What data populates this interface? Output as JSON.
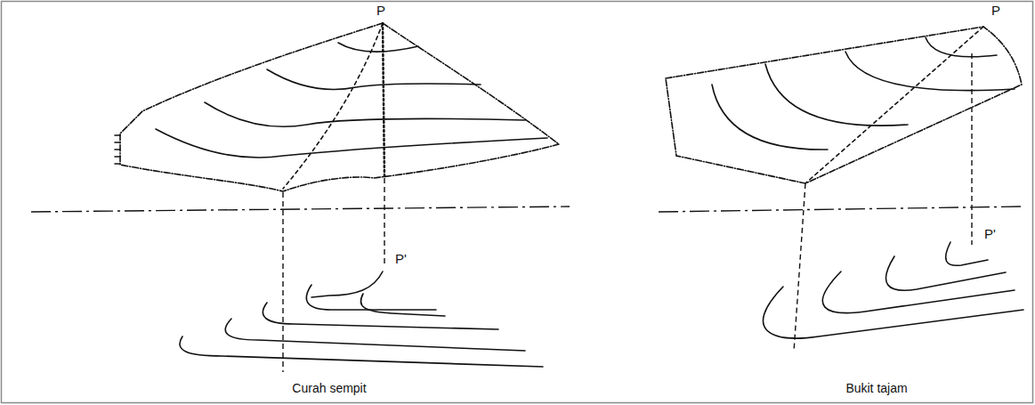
{
  "diagram": {
    "labels": [
      "P",
      "P'",
      "Curah sempit",
      "P",
      "P'",
      "Bukit tajam"
    ]
  }
}
